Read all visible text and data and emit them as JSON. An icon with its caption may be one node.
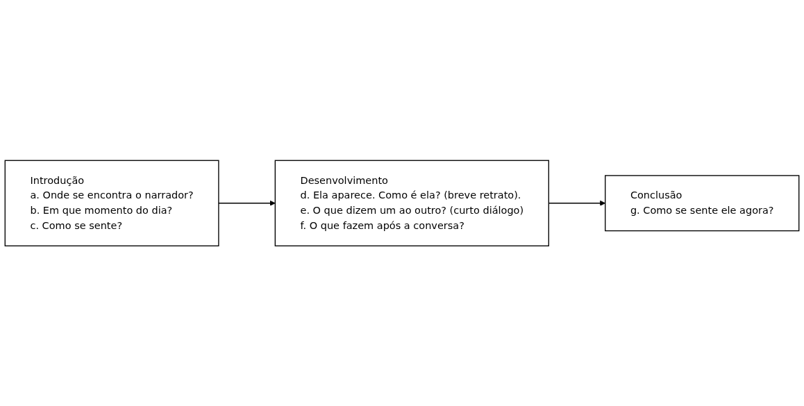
{
  "diagram": {
    "nodes": [
      {
        "text": [
          "Introdução",
          "a. Onde se encontra o narrador?",
          "b. Em que momento do dia?",
          "c. Como se sente?"
        ]
      },
      {
        "text": [
          "Desenvolvimento",
          "d. Ela aparece. Como é ela? (breve retrato).",
          "e. O que dizem um ao outro? (curto diálogo)",
          "f. O que fazem após a conversa?"
        ]
      },
      {
        "text": [
          "Conclusão",
          "g. Como se sente ele agora?"
        ]
      }
    ],
    "edges": [
      {
        "from": 0,
        "to": 1,
        "arrow": "to"
      },
      {
        "from": 1,
        "to": 2,
        "arrow": "to"
      }
    ]
  }
}
